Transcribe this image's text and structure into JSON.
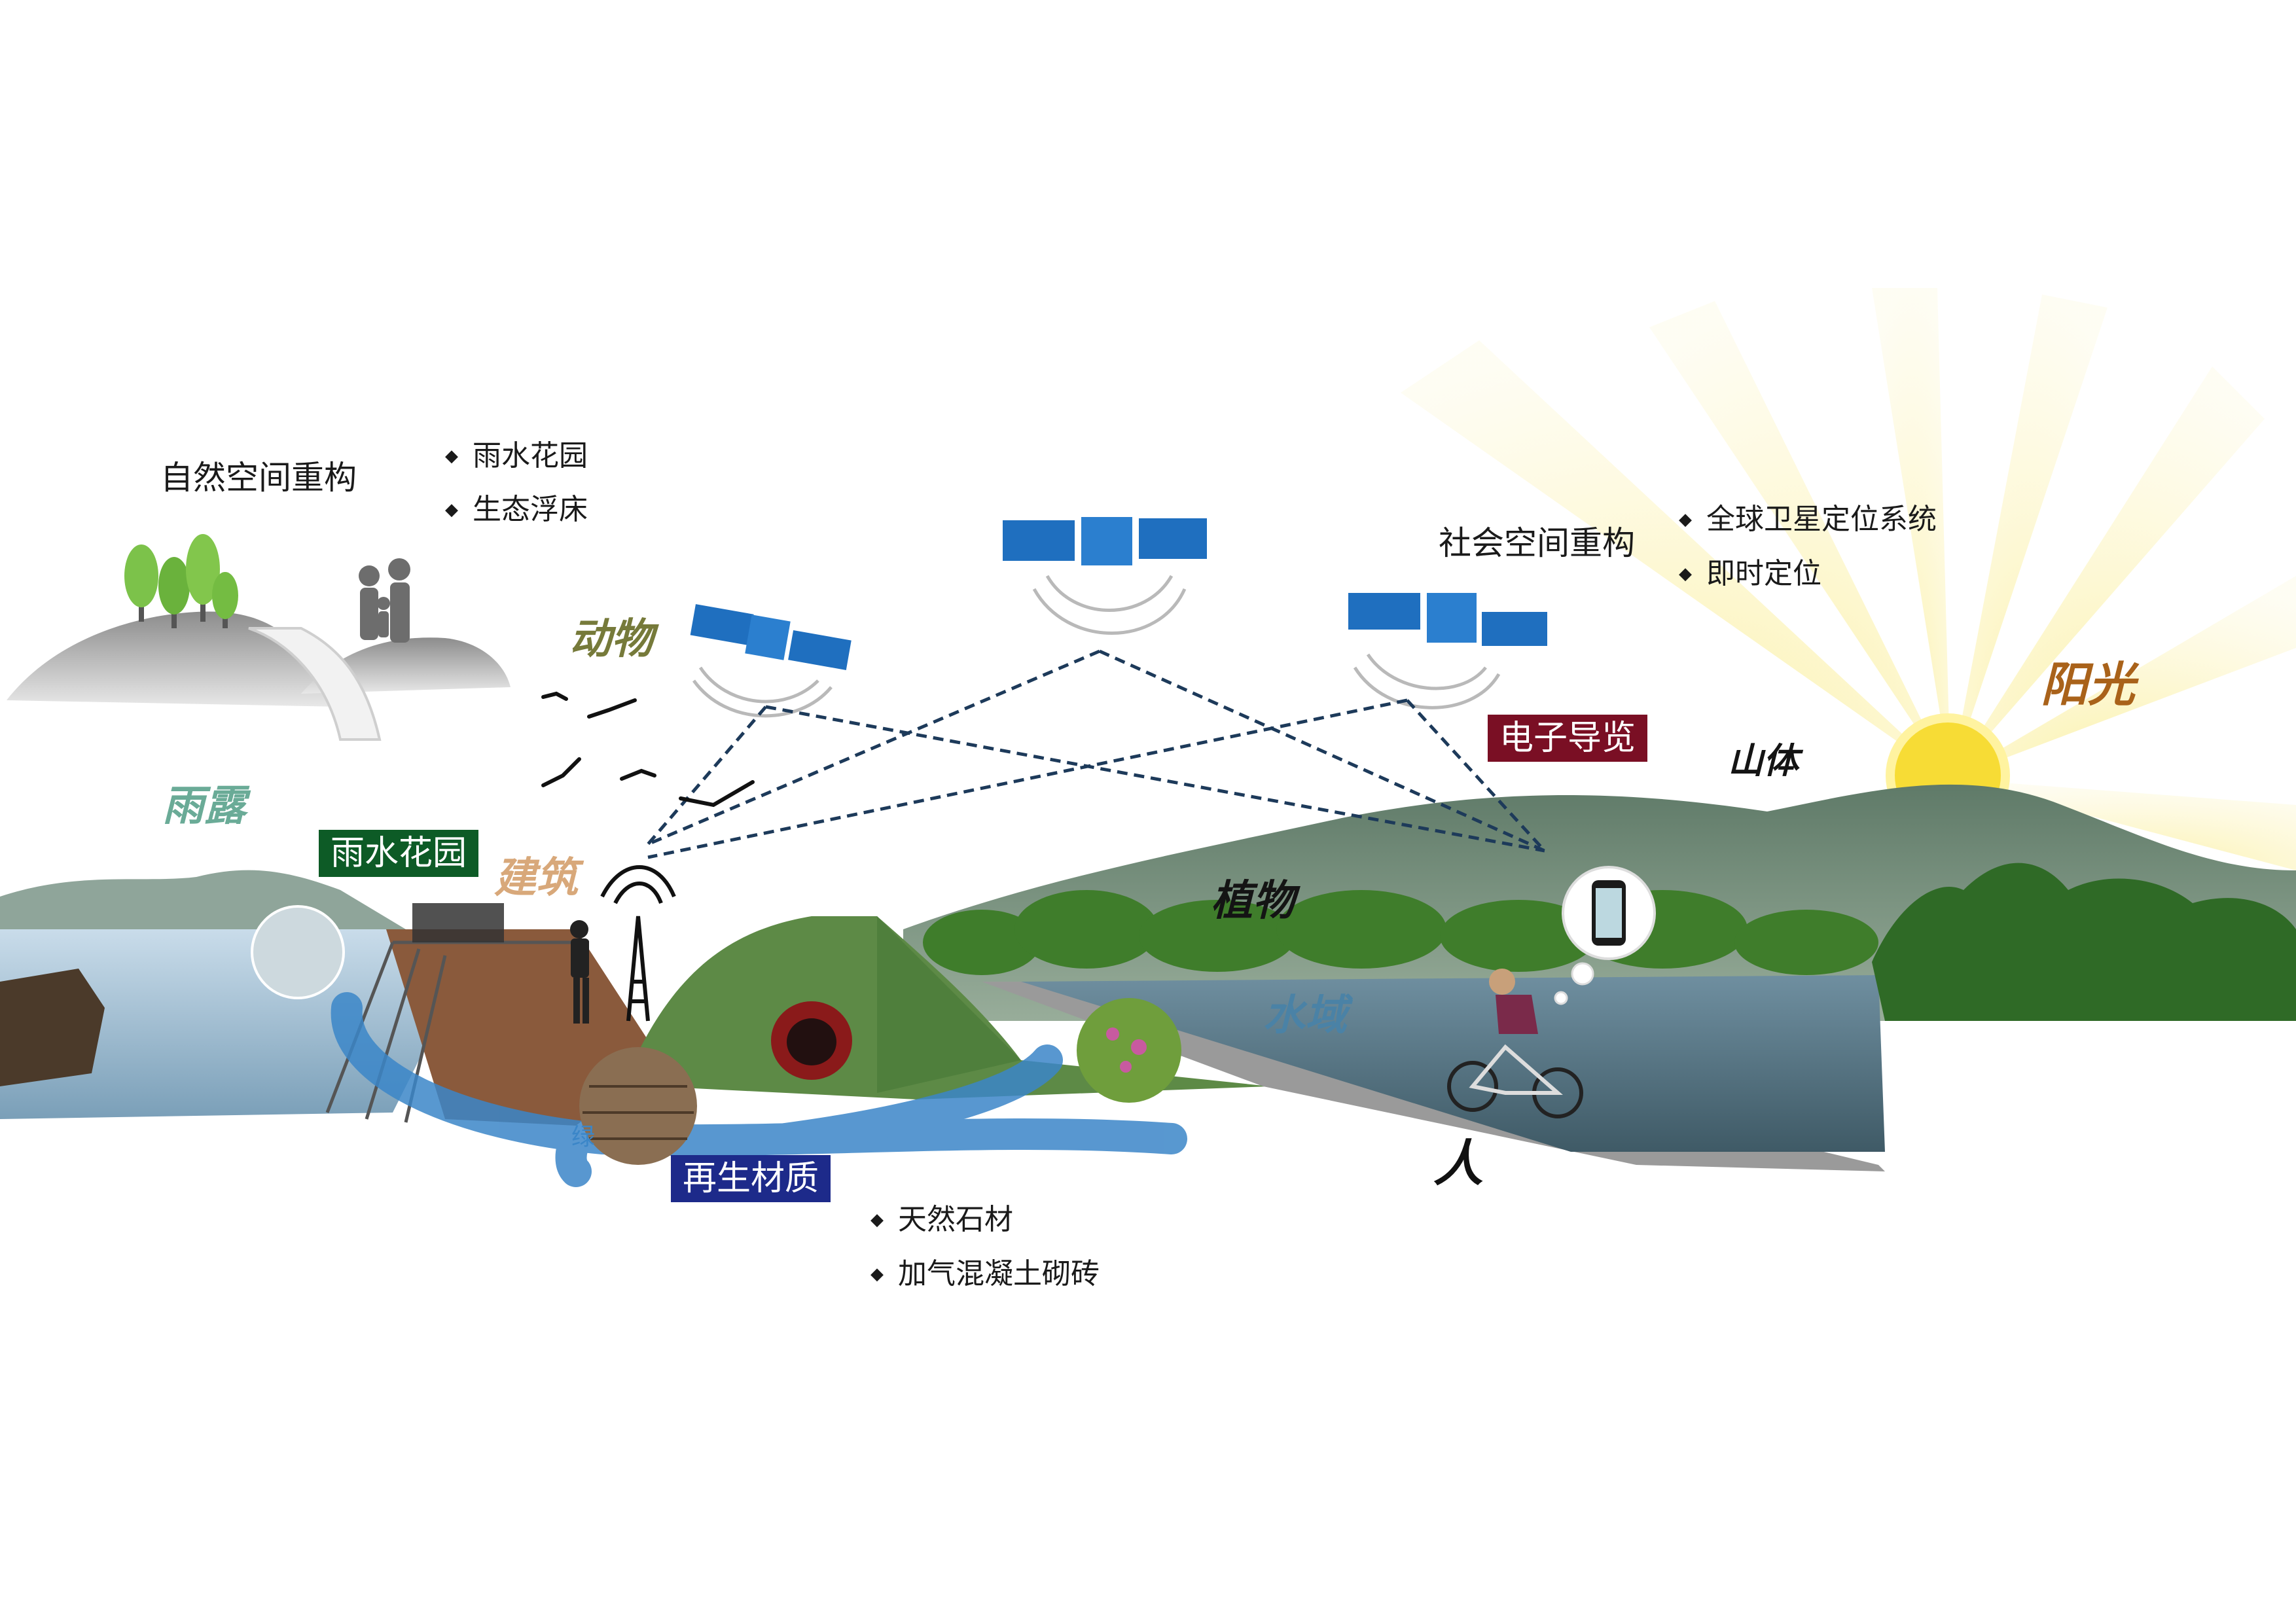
{
  "labels": {
    "natural_space": "自然空间重构",
    "social_space": "社会空间重构",
    "rain": "雨露",
    "animals": "动物",
    "architecture": "建筑",
    "plants": "植物",
    "water": "水域",
    "mountain": "山体",
    "sunlight": "阳光",
    "people": "人",
    "small_mark": "绿"
  },
  "boxes": {
    "rain_garden": "雨水花园",
    "e_guide": "电子导览",
    "recycled_material": "再生材质"
  },
  "bullets": {
    "natural": [
      "雨水花园",
      "生态浮床"
    ],
    "social": [
      "全球卫星定位系统",
      "即时定位"
    ],
    "material": [
      "天然石材",
      "加气混凝土砌砖"
    ]
  },
  "colors": {
    "rain_garden_box": "#0d5b26",
    "e_guide_box": "#7a0f24",
    "recycled_box": "#1d2a8a",
    "satellite_panel": "#1f6fbf",
    "signal_line": "#1d3a5a",
    "sun": "#f7dc35"
  },
  "icons": [
    "satellite-icon",
    "signal-tower-icon",
    "phone-icon",
    "bird-icon",
    "sun-icon",
    "family-icon",
    "cyclist-icon"
  ]
}
